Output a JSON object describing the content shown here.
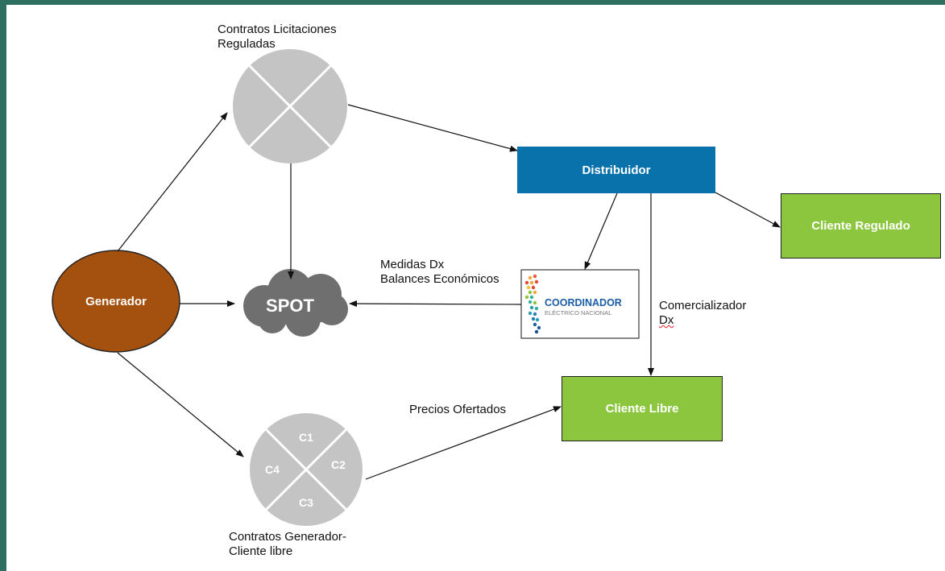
{
  "labels": {
    "contratos_licitaciones_line1": "Contratos Licitaciones",
    "contratos_licitaciones_line2": "Reguladas",
    "distribuidor": "Distribuidor",
    "cliente_regulado": "Cliente Regulado",
    "generador": "Generador",
    "spot": "SPOT",
    "medidas_line1": "Medidas Dx",
    "medidas_line2": "Balances Económicos",
    "coordinador_title": "COORDINADOR",
    "coordinador_subtitle": "ELÉCTRICO NACIONAL",
    "comercializador_line1": "Comercializador",
    "comercializador_line2": "Dx",
    "precios_ofertados": "Precios Ofertados",
    "cliente_libre": "Cliente Libre",
    "c1": "C1",
    "c2": "C2",
    "c3": "C3",
    "c4": "C4",
    "contratos_generador_line1": "Contratos Generador-",
    "contratos_generador_line2": "Cliente libre"
  },
  "colors": {
    "background_frame": "#2e6f62",
    "generador": "#a4500f",
    "distribuidor": "#0a72ab",
    "cliente": "#8cc63f",
    "contract_circle": "#c4c4c4",
    "spot_cloud": "#6f6f6f"
  }
}
